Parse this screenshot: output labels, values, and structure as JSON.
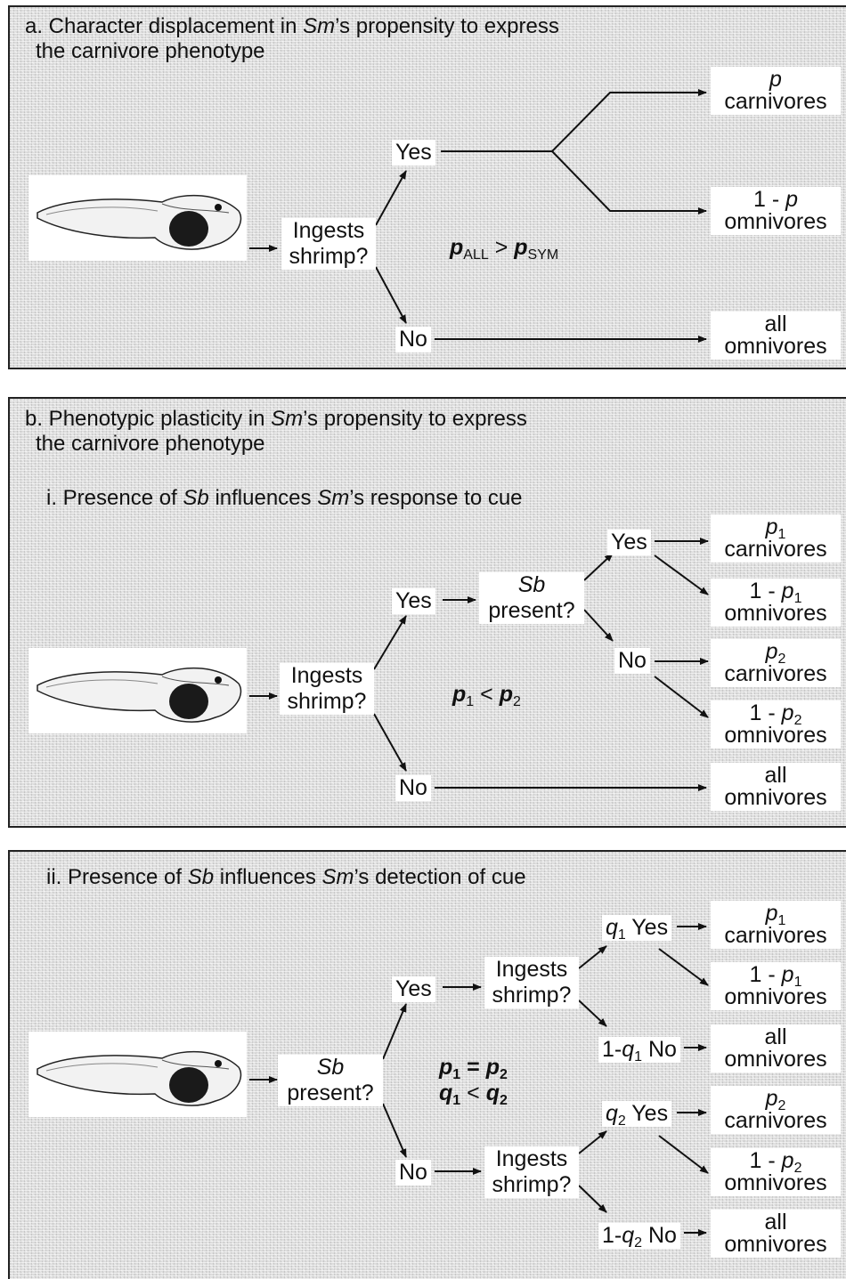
{
  "panel_a": {
    "title_line1_pre": "a. Character displacement in ",
    "title_sm": "Sm",
    "title_line1_post": "’s propensity to express",
    "title_line2": "the carnivore phenotype",
    "node_q1": "Ingests",
    "node_q2": "shrimp?",
    "yes": "Yes",
    "no": "No",
    "eq_p": "p",
    "eq_sub1": "ALL",
    "eq_gt": ">",
    "eq_sub2": "SYM",
    "out1_top": "p",
    "out1_bottom": "carnivores",
    "out2_top_pre": "1 - ",
    "out2_top_var": "p",
    "out2_bottom": "omnivores",
    "out3_top": "all",
    "out3_bottom": "omnivores"
  },
  "panel_b": {
    "title_line1_pre": "b. Phenotypic plasticity in ",
    "title_sm": "Sm",
    "title_line1_post": "’s propensity to express",
    "title_line2": "the carnivore phenotype",
    "sub_pre": "i. Presence of ",
    "sub_sb": "Sb",
    "sub_mid": " influences ",
    "sub_sm": "Sm",
    "sub_post": "’s response to cue",
    "node_q1": "Ingests",
    "node_q2": "shrimp?",
    "yes": "Yes",
    "no": "No",
    "sb_node1": "Sb",
    "sb_node2": "present?",
    "yes2": "Yes",
    "no2": "No",
    "eq_p": "p",
    "eq_s1": "1",
    "eq_lt": "<",
    "eq_s2": "2",
    "o1_top": "p",
    "o1_sub": "1",
    "o1_bottom": "carnivores",
    "o2_pre": "1 - ",
    "o2_var": "p",
    "o2_sub": "1",
    "o2_bottom": "omnivores",
    "o3_top": "p",
    "o3_sub": "2",
    "o3_bottom": "carnivores",
    "o4_pre": "1 - ",
    "o4_var": "p",
    "o4_sub": "2",
    "o4_bottom": "omnivores",
    "o5_top": "all",
    "o5_bottom": "omnivores"
  },
  "panel_c": {
    "sub_pre": "ii. Presence of ",
    "sub_sb": "Sb",
    "sub_mid": " influences ",
    "sub_sm": "Sm",
    "sub_post": "’s detection of cue",
    "sb_node1": "Sb",
    "sb_node2": "present?",
    "yes": "Yes",
    "no": "No",
    "ing1_a": "Ingests",
    "ing1_b": "shrimp?",
    "ing2_a": "Ingests",
    "ing2_b": "shrimp?",
    "eq1_p": "p",
    "eq1_s1": "1",
    "eq1_op": "=",
    "eq1_s2": "2",
    "eq2_q": "q",
    "eq2_s1": "1",
    "eq2_op": "<",
    "eq2_s2": "2",
    "b1_q": "q",
    "b1_sub": "1",
    "b1_word": " Yes",
    "b2_pre": "1-",
    "b2_q": "q",
    "b2_sub": "1",
    "b2_word": " No",
    "b3_q": "q",
    "b3_sub": "2",
    "b3_word": " Yes",
    "b4_pre": "1-",
    "b4_q": "q",
    "b4_sub": "2",
    "b4_word": " No",
    "o1_top": "p",
    "o1_sub": "1",
    "o1_bottom": "carnivores",
    "o2_pre": "1 - ",
    "o2_var": "p",
    "o2_sub": "1",
    "o2_bottom": "omnivores",
    "o3_top": "all",
    "o3_bottom": "omnivores",
    "o4_top": "p",
    "o4_sub": "2",
    "o4_bottom": "carnivores",
    "o5_pre": "1 - ",
    "o5_var": "p",
    "o5_sub": "2",
    "o5_bottom": "omnivores",
    "o6_top": "all",
    "o6_bottom": "omnivores"
  }
}
